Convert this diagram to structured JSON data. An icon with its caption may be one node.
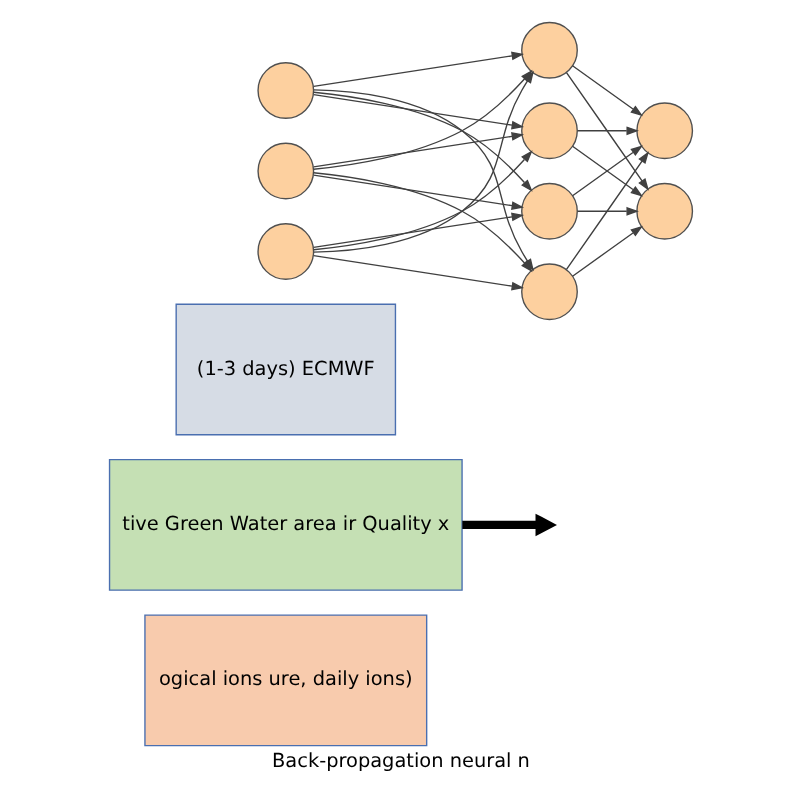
{
  "diagram": {
    "caption": "Back-propagation neural n",
    "nodes": [
      {
        "text": [
          "ogical ions ure, daily ions)"
        ]
      },
      {
        "text": [
          "tive Green Water area ir Quality x"
        ]
      },
      {
        "text": [
          "(1-3 days) ECMWF"
        ]
      },
      {
        "text": [],
        "shape": "circle"
      },
      {
        "text": [],
        "shape": "circle"
      },
      {
        "text": [],
        "shape": "circle"
      },
      {
        "text": [],
        "shape": "circle"
      },
      {
        "text": [],
        "shape": "circle"
      },
      {
        "text": [],
        "shape": "circle"
      },
      {
        "text": [],
        "shape": "circle"
      },
      {
        "text": [],
        "shape": "circle"
      },
      {
        "text": [],
        "shape": "circle"
      }
    ],
    "edges": [
      {
        "from": 1,
        "to": null,
        "arrow": "to",
        "style": "thick"
      },
      {
        "from": 3,
        "to": 6,
        "arrow": "to"
      },
      {
        "from": 3,
        "to": 7,
        "arrow": "to"
      },
      {
        "from": 3,
        "to": 8,
        "arrow": "to"
      },
      {
        "from": 3,
        "to": 9,
        "arrow": "to"
      },
      {
        "from": 4,
        "to": 6,
        "arrow": "to"
      },
      {
        "from": 4,
        "to": 7,
        "arrow": "to"
      },
      {
        "from": 4,
        "to": 8,
        "arrow": "to"
      },
      {
        "from": 4,
        "to": 9,
        "arrow": "to"
      },
      {
        "from": 5,
        "to": 6,
        "arrow": "to"
      },
      {
        "from": 5,
        "to": 7,
        "arrow": "to"
      },
      {
        "from": 5,
        "to": 8,
        "arrow": "to"
      },
      {
        "from": 5,
        "to": 9,
        "arrow": "to"
      },
      {
        "from": 6,
        "to": 10,
        "arrow": "to"
      },
      {
        "from": 6,
        "to": 11,
        "arrow": "to"
      },
      {
        "from": 7,
        "to": 10,
        "arrow": "to"
      },
      {
        "from": 7,
        "to": 11,
        "arrow": "to"
      },
      {
        "from": 8,
        "to": 10,
        "arrow": "to"
      },
      {
        "from": 8,
        "to": 11,
        "arrow": "to"
      },
      {
        "from": 9,
        "to": 10,
        "arrow": "to"
      },
      {
        "from": 9,
        "to": 11,
        "arrow": "to"
      }
    ]
  }
}
